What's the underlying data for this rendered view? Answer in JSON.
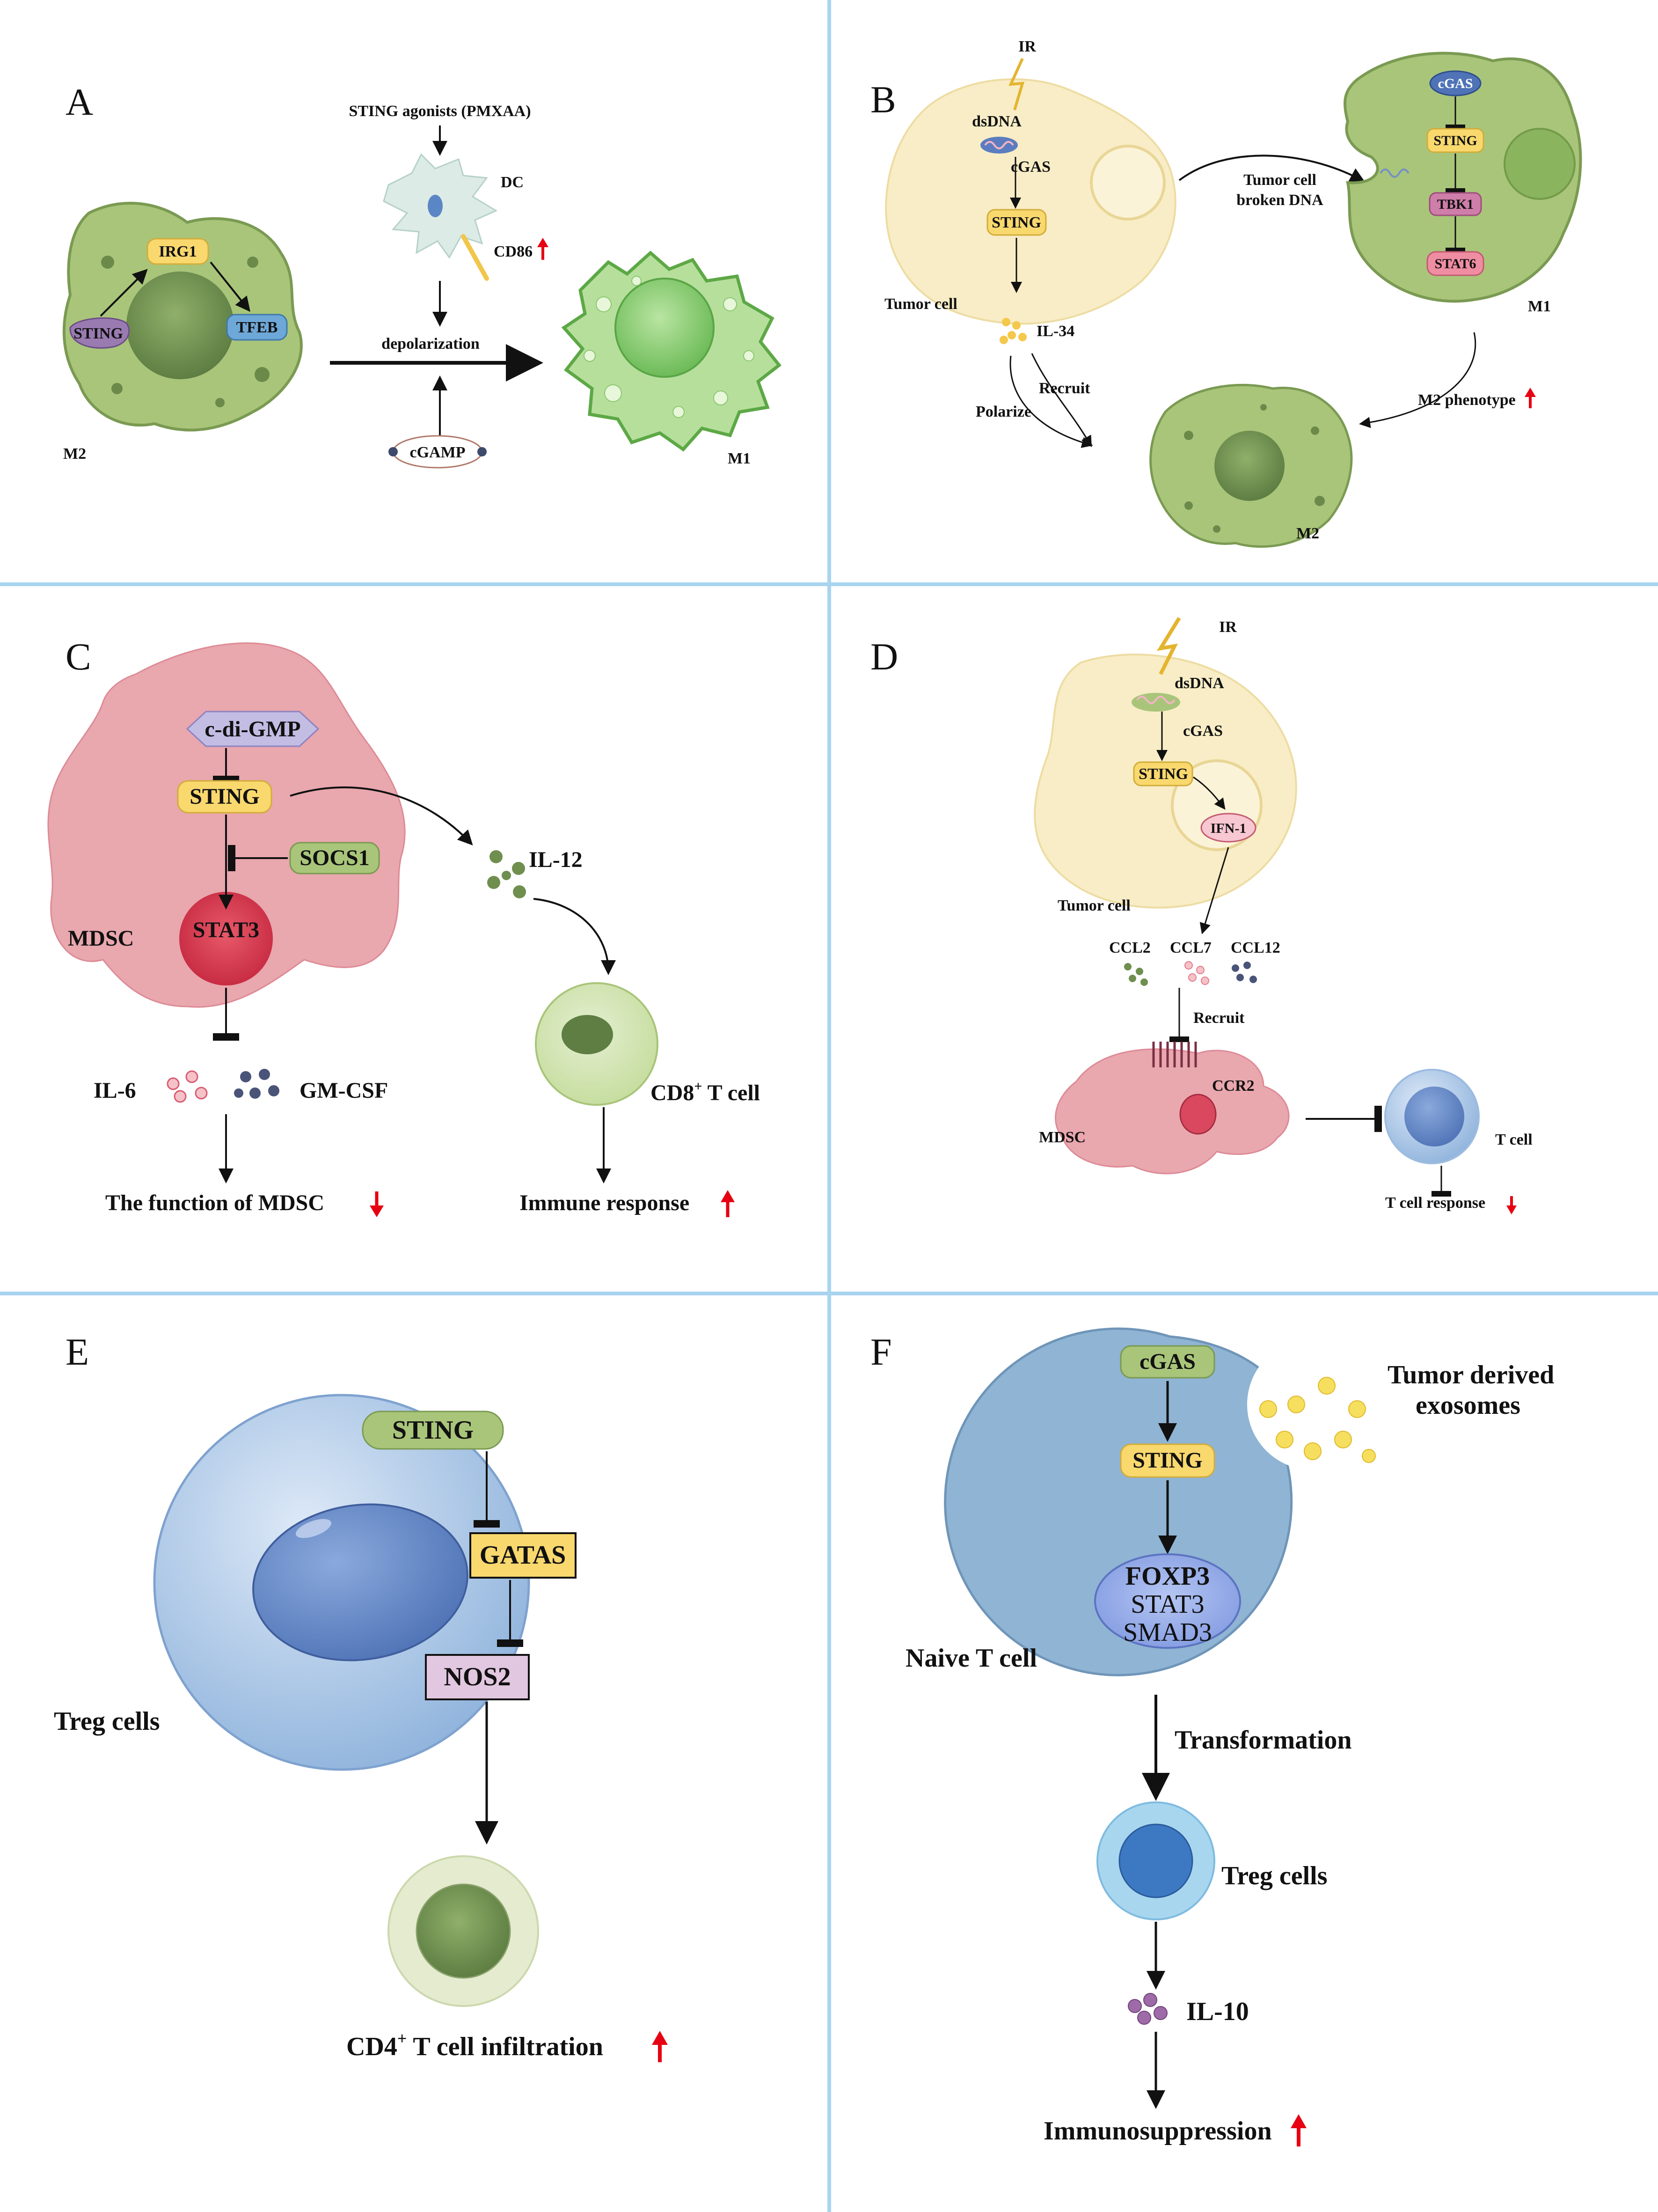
{
  "panels": {
    "A": {
      "tag": "A",
      "agonist": "STING agonists (PMXAA)",
      "dc": "DC",
      "cd86": "CD86",
      "sting": "STING",
      "irg1": "IRG1",
      "tfeb": "TFEB",
      "m2": "M2",
      "m1": "M1",
      "depolarization": "depolarization",
      "cgamp": "cGAMP"
    },
    "B": {
      "tag": "B",
      "ir": "IR",
      "dsdna": "dsDNA",
      "cgas": "cGAS",
      "sting": "STING",
      "tumor_cell": "Tumor cell",
      "il34": "IL-34",
      "broken_dna_1": "Tumor cell",
      "broken_dna_2": "broken DNA",
      "cgas_m1": "cGAS",
      "sting_m1": "STING",
      "tbk1": "TBK1",
      "stat6": "STAT6",
      "m1": "M1",
      "recruit": "Recruit",
      "polarize": "Polarize",
      "m2_phenotype": "M2 phenotype",
      "m2": "M2"
    },
    "C": {
      "tag": "C",
      "cdigmp": "c-di-GMP",
      "sting": "STING",
      "socs1": "SOCS1",
      "stat3": "STAT3",
      "mdsc": "MDSC",
      "il12": "IL-12",
      "il6": "IL-6",
      "gmcsf": "GM-CSF",
      "cd8_a": "CD8",
      "cd8_sup": "+",
      "cd8_b": " T cell",
      "mdsc_function": "The function of MDSC",
      "immune_response": "Immune response"
    },
    "D": {
      "tag": "D",
      "ir": "IR",
      "dsdna": "dsDNA",
      "cgas": "cGAS",
      "sting": "STING",
      "ifn1": "IFN-1",
      "tumor_cell": "Tumor cell",
      "ccl2": "CCL2",
      "ccl7": "CCL7",
      "ccl12": "CCL12",
      "recruit": "Recruit",
      "ccr2": "CCR2",
      "mdsc": "MDSC",
      "t_cell": "T cell",
      "t_cell_response": "T cell response"
    },
    "E": {
      "tag": "E",
      "sting": "STING",
      "gatas": "GATAS",
      "nos2": "NOS2",
      "treg": "Treg cells",
      "cd4_a": "CD4",
      "cd4_sup": "+",
      "cd4_b": " T cell infiltration"
    },
    "F": {
      "tag": "F",
      "cgas": "cGAS",
      "sting": "STING",
      "foxp3": "FOXP3",
      "stat3": "STAT3",
      "smad3": "SMAD3",
      "exosomes_1": "Tumor derived",
      "exosomes_2": "exosomes",
      "naive": "Naive T cell",
      "transformation": "Transformation",
      "treg": "Treg cells",
      "il10": "IL-10",
      "immunosuppression": "Immunosuppression"
    }
  },
  "colors": {
    "divider": "#a8d4ef",
    "macrophage_green": "#a9c57a",
    "tumor_cell_cream": "#f8edc6",
    "mdsc_pink": "#e9a7ae",
    "treg_blue": "#b2cdea",
    "naive_blue": "#8fb4d4",
    "sting_yellow": "#f9d86e",
    "arrow_red": "#e60012"
  }
}
